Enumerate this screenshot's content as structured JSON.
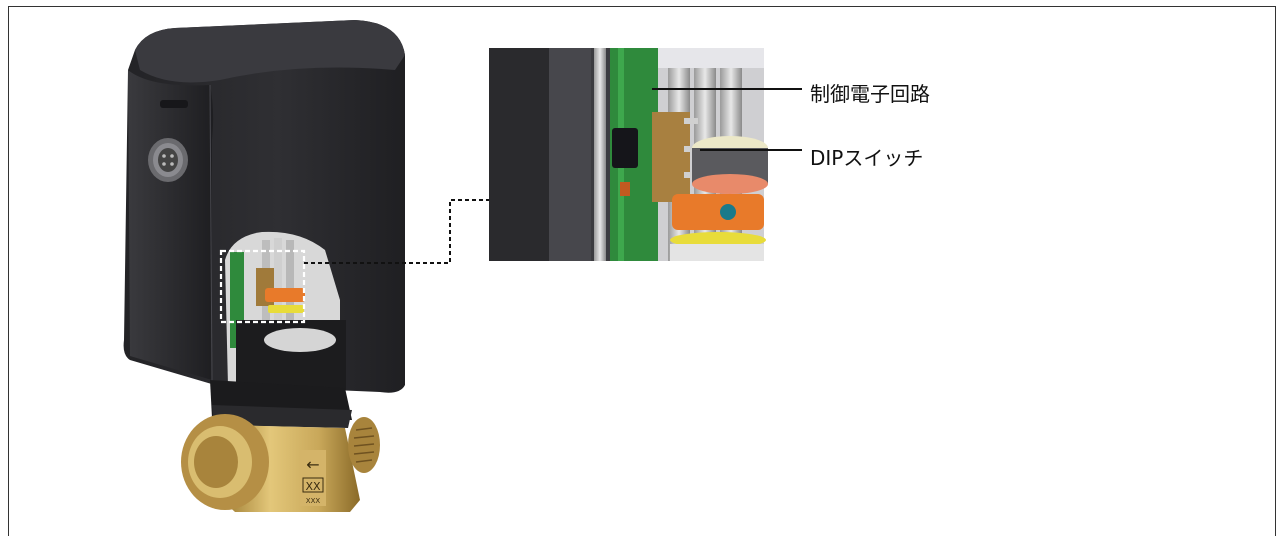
{
  "callouts": {
    "control_circuit": "制御電子回路",
    "dip_switch": "DIPスイッチ"
  },
  "valve_marking": {
    "arrow": "←",
    "code": "XX",
    "sub_code": "XXX"
  },
  "colors": {
    "actuator_body": "#2b2b2e",
    "brass": "#c9a85a",
    "pcb_green": "#2f8a3c",
    "orange_part": "#e87a2a",
    "yellow_ring": "#e8dc3a"
  }
}
